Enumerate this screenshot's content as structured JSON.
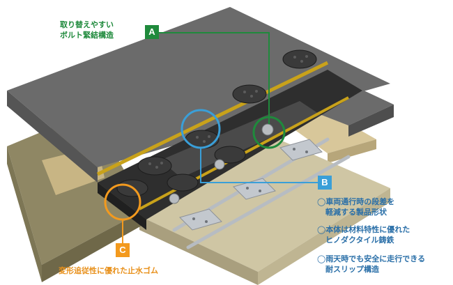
{
  "callouts": {
    "a": {
      "badge": "A",
      "lines": [
        "取り替えやすい",
        "ボルト緊結構造"
      ]
    },
    "b": {
      "badge": "B"
    },
    "c": {
      "badge": "C",
      "text": "変形追従性に優れた止水ゴム"
    }
  },
  "features": [
    {
      "mark": "◯",
      "lines": [
        "車両通行時の段差を",
        "軽減する製品形状"
      ]
    },
    {
      "mark": "◯",
      "lines": [
        "本体は材料特性に優れた",
        "ヒノダクタイル鋳鉄"
      ]
    },
    {
      "mark": "◯",
      "lines": [
        "雨天時でも安全に走行できる",
        "耐スリップ構造"
      ]
    }
  ],
  "colors": {
    "green": "#1f8a3c",
    "blue": "#3a9fd8",
    "orange": "#f39a1e",
    "asphalt": "#6e6e6e",
    "joint_metal": "#3c3c3c",
    "concrete": "#c9c1a0"
  }
}
